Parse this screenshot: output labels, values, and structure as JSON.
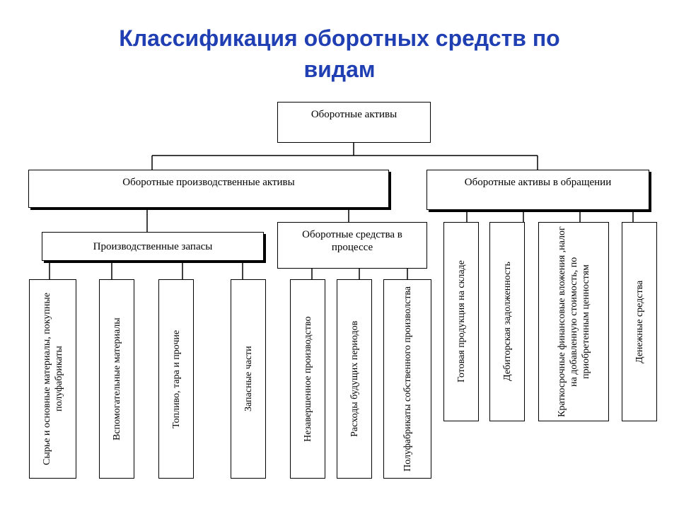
{
  "title": {
    "line1": "Классификация оборотных средств по",
    "line2": "видам"
  },
  "nodes": {
    "root": "Оборотные активы",
    "production_assets": "Оборотные производственные активы",
    "circulation_assets": "Оборотные активы в обращении",
    "production_stocks": "Производственные запасы",
    "in_process": "Оборотные средства в процессе",
    "raw_materials": "Сырье и основные материалы, покупные полуфабрикаты",
    "auxiliary_materials": "Вспомогательные материалы",
    "fuel_containers": "Топливо, тара и прочие",
    "spare_parts": "Запасные части",
    "wip": "Незавершенное производство",
    "deferred_expenses": "Расходы будущих периодов",
    "own_semi_finished": "Полуфабрикаты собственного произволства",
    "finished_goods": "Готовая продукция на складе",
    "receivables": "Дебиторская задолженность",
    "short_term_investments": "Краткосрочные финансовые вложения ,налог на добавленную стоимость, по приобретенным ценностям",
    "cash": "Денежные средства"
  }
}
